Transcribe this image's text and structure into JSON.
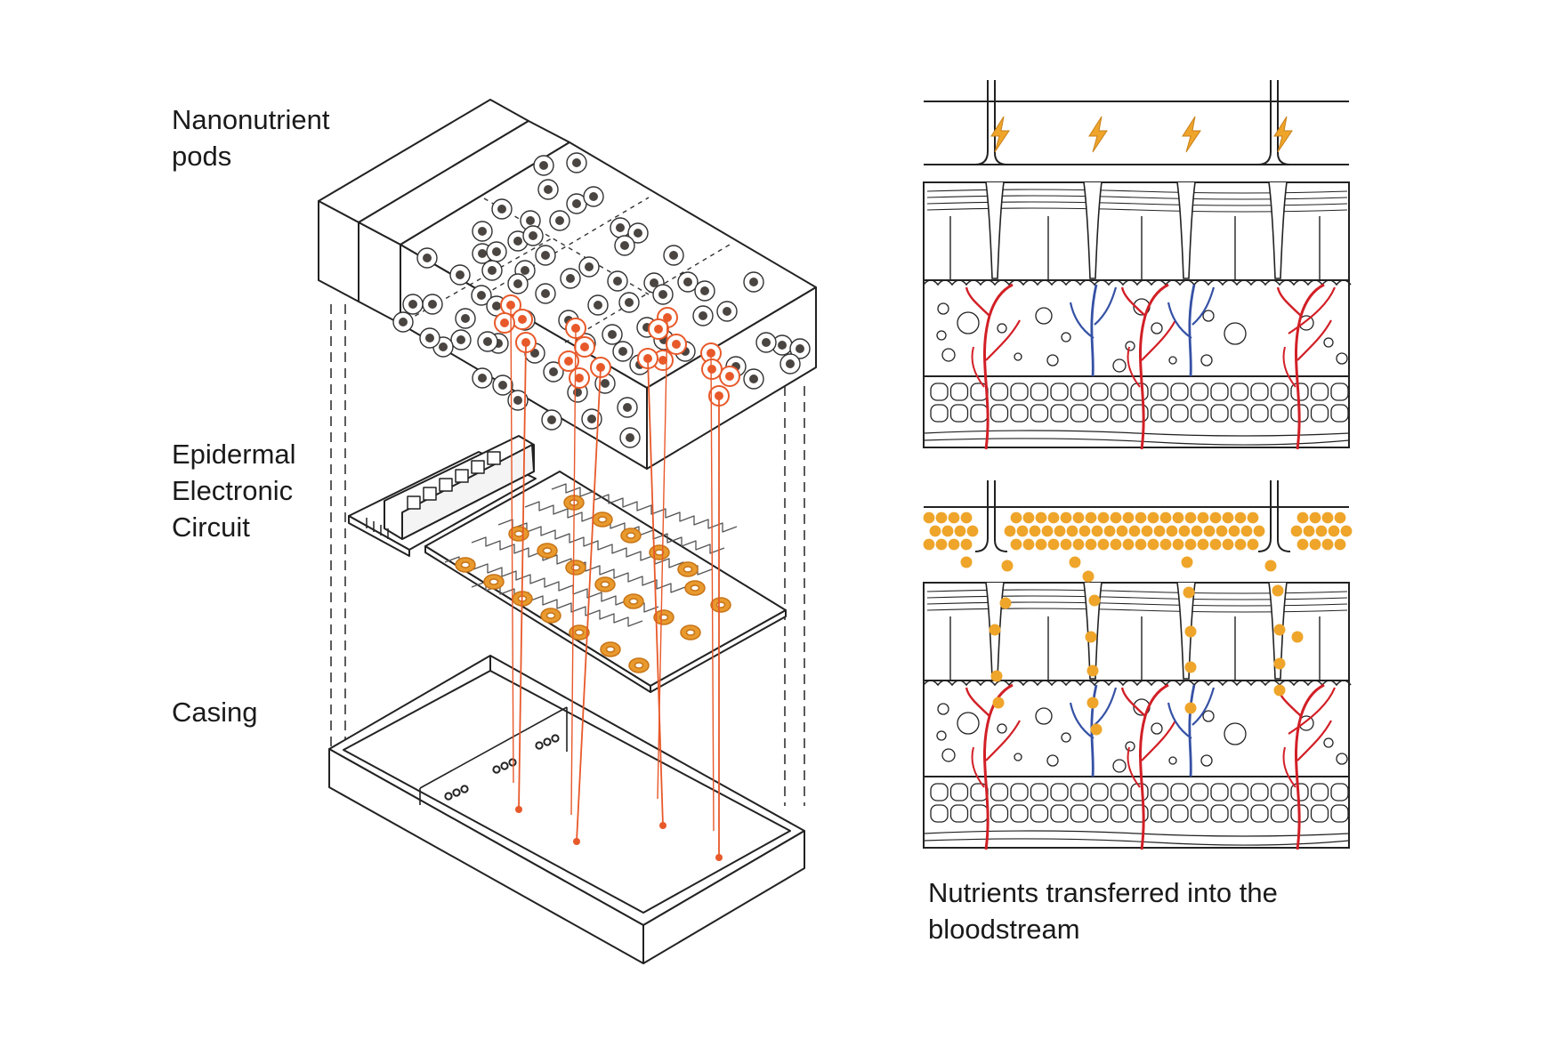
{
  "labels": {
    "pods_line1": "Nanonutrient",
    "pods_line2": "pods",
    "circuit_line1": "Epidermal",
    "circuit_line2": "Electronic",
    "circuit_line3": "Circuit",
    "casing": "Casing",
    "nutrients_line1": "Nutrients transferred into the",
    "nutrients_line2": "bloodstream"
  },
  "colors": {
    "outline": "#222222",
    "pod_dot": "#4a4540",
    "active_pod": "#e8592a",
    "pad": "#e89a2e",
    "nutrient": "#eea52a",
    "artery": "#d21f26",
    "vein": "#3551a5"
  },
  "icons": [
    "lightning-bolt-icon"
  ]
}
